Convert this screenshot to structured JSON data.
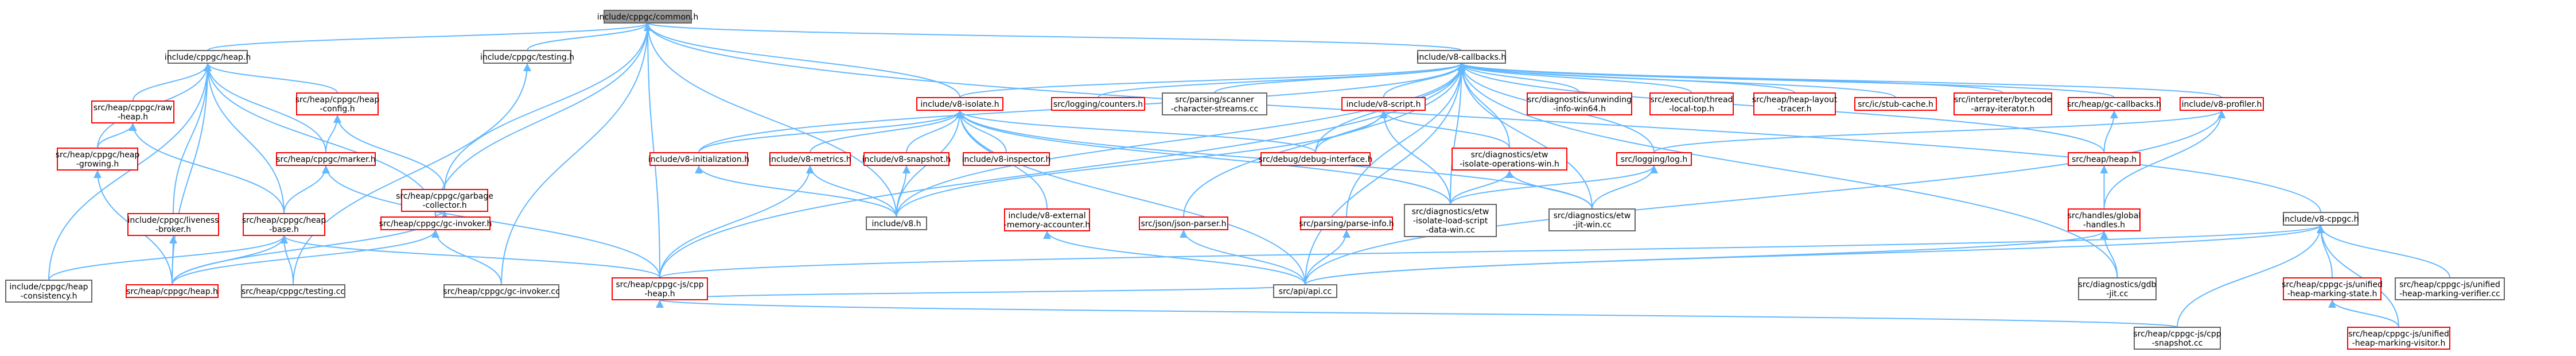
{
  "colors": {
    "edge": "#63b8ff",
    "root_fill": "#999999",
    "root_stroke": "#666666",
    "internal_stroke": "#666666",
    "external_stroke": "#ff0000",
    "node_fill": "#ffffff"
  },
  "nodes": [
    {
      "id": "common",
      "lines": [
        "include/cppgc/common.h"
      ],
      "kind": "root"
    },
    {
      "id": "cppgc_heap",
      "lines": [
        "include/cppgc/heap.h"
      ],
      "kind": "internal"
    },
    {
      "id": "cppgc_testing",
      "lines": [
        "include/cppgc/testing.h"
      ],
      "kind": "internal"
    },
    {
      "id": "v8_callbacks",
      "lines": [
        "include/v8-callbacks.h"
      ],
      "kind": "internal"
    },
    {
      "id": "raw_heap",
      "lines": [
        "src/heap/cppgc/raw",
        "-heap.h"
      ],
      "kind": "external"
    },
    {
      "id": "heap_config",
      "lines": [
        "src/heap/cppgc/heap",
        "-config.h"
      ],
      "kind": "external"
    },
    {
      "id": "heap_growing",
      "lines": [
        "src/heap/cppgc/heap",
        "-growing.h"
      ],
      "kind": "external"
    },
    {
      "id": "marker",
      "lines": [
        "src/heap/cppgc/marker.h"
      ],
      "kind": "external"
    },
    {
      "id": "garbage_collector",
      "lines": [
        "src/heap/cppgc/garbage",
        "-collector.h"
      ],
      "kind": "external"
    },
    {
      "id": "liveness_broker",
      "lines": [
        "include/cppgc/liveness",
        "-broker.h"
      ],
      "kind": "external"
    },
    {
      "id": "heap_base",
      "lines": [
        "src/heap/cppgc/heap",
        "-base.h"
      ],
      "kind": "external"
    },
    {
      "id": "gc_invoker_h",
      "lines": [
        "src/heap/cppgc/gc-invoker.h"
      ],
      "kind": "external"
    },
    {
      "id": "heap_consistency",
      "lines": [
        "include/cppgc/heap",
        "-consistency.h"
      ],
      "kind": "internal"
    },
    {
      "id": "src_cppgc_heap",
      "lines": [
        "src/heap/cppgc/heap.h"
      ],
      "kind": "external"
    },
    {
      "id": "cppgc_testing_cc",
      "lines": [
        "src/heap/cppgc/testing.cc"
      ],
      "kind": "internal"
    },
    {
      "id": "gc_invoker_cc",
      "lines": [
        "src/heap/cppgc/gc-invoker.cc"
      ],
      "kind": "internal"
    },
    {
      "id": "cpp_heap",
      "lines": [
        "src/heap/cppgc-js/cpp",
        "-heap.h"
      ],
      "kind": "external"
    },
    {
      "id": "v8_isolate",
      "lines": [
        "include/v8-isolate.h"
      ],
      "kind": "external"
    },
    {
      "id": "counters",
      "lines": [
        "src/logging/counters.h"
      ],
      "kind": "external"
    },
    {
      "id": "scanner_streams",
      "lines": [
        "src/parsing/scanner",
        "-character-streams.cc"
      ],
      "kind": "internal"
    },
    {
      "id": "v8_script",
      "lines": [
        "include/v8-script.h"
      ],
      "kind": "external"
    },
    {
      "id": "unwinding_info",
      "lines": [
        "src/diagnostics/unwinding",
        "-info-win64.h"
      ],
      "kind": "external"
    },
    {
      "id": "thread_local_top",
      "lines": [
        "src/execution/thread",
        "-local-top.h"
      ],
      "kind": "external"
    },
    {
      "id": "heap_layout_tracer",
      "lines": [
        "src/heap/heap-layout",
        "-tracer.h"
      ],
      "kind": "external"
    },
    {
      "id": "stub_cache",
      "lines": [
        "src/ic/stub-cache.h"
      ],
      "kind": "external"
    },
    {
      "id": "bytecode_iterator",
      "lines": [
        "src/interpreter/bytecode",
        "-array-iterator.h"
      ],
      "kind": "external"
    },
    {
      "id": "gc_callbacks",
      "lines": [
        "src/heap/gc-callbacks.h"
      ],
      "kind": "external"
    },
    {
      "id": "v8_profiler",
      "lines": [
        "include/v8-profiler.h"
      ],
      "kind": "external"
    },
    {
      "id": "v8_initialization",
      "lines": [
        "include/v8-initialization.h"
      ],
      "kind": "external"
    },
    {
      "id": "v8_metrics",
      "lines": [
        "include/v8-metrics.h"
      ],
      "kind": "external"
    },
    {
      "id": "v8_snapshot",
      "lines": [
        "include/v8-snapshot.h"
      ],
      "kind": "external"
    },
    {
      "id": "v8_inspector",
      "lines": [
        "include/v8-inspector.h"
      ],
      "kind": "external"
    },
    {
      "id": "debug_interface",
      "lines": [
        "src/debug/debug-interface.h"
      ],
      "kind": "external"
    },
    {
      "id": "etw_isolate_ops",
      "lines": [
        "src/diagnostics/etw",
        "-isolate-operations-win.h"
      ],
      "kind": "external"
    },
    {
      "id": "logging_log",
      "lines": [
        "src/logging/log.h"
      ],
      "kind": "external"
    },
    {
      "id": "heap_heap",
      "lines": [
        "src/heap/heap.h"
      ],
      "kind": "external"
    },
    {
      "id": "v8_h",
      "lines": [
        "include/v8.h"
      ],
      "kind": "internal"
    },
    {
      "id": "v8_external_memory",
      "lines": [
        "include/v8-external",
        "-memory-accounter.h"
      ],
      "kind": "external"
    },
    {
      "id": "json_parser",
      "lines": [
        "src/json/json-parser.h"
      ],
      "kind": "external"
    },
    {
      "id": "parse_info",
      "lines": [
        "src/parsing/parse-info.h"
      ],
      "kind": "external"
    },
    {
      "id": "etw_isolate_load",
      "lines": [
        "src/diagnostics/etw",
        "-isolate-load-script",
        "-data-win.cc"
      ],
      "kind": "internal"
    },
    {
      "id": "etw_jit_win",
      "lines": [
        "src/diagnostics/etw",
        "-jit-win.cc"
      ],
      "kind": "internal"
    },
    {
      "id": "handles_global",
      "lines": [
        "src/handles/global",
        "-handles.h"
      ],
      "kind": "external"
    },
    {
      "id": "v8_cppgc",
      "lines": [
        "include/v8-cppgc.h"
      ],
      "kind": "internal"
    },
    {
      "id": "api_cc",
      "lines": [
        "src/api/api.cc"
      ],
      "kind": "internal"
    },
    {
      "id": "gdb_jit",
      "lines": [
        "src/diagnostics/gdb",
        "-jit.cc"
      ],
      "kind": "internal"
    },
    {
      "id": "unified_state",
      "lines": [
        "src/heap/cppgc-js/unified",
        "-heap-marking-state.h"
      ],
      "kind": "external"
    },
    {
      "id": "unified_verifier",
      "lines": [
        "src/heap/cppgc-js/unified",
        "-heap-marking-verifier.cc"
      ],
      "kind": "internal"
    },
    {
      "id": "cpp_snapshot",
      "lines": [
        "src/heap/cppgc-js/cpp",
        "-snapshot.cc"
      ],
      "kind": "internal"
    },
    {
      "id": "unified_visitor",
      "lines": [
        "src/heap/cppgc-js/unified",
        "-heap-marking-visitor.h"
      ],
      "kind": "external"
    }
  ],
  "edges": [
    [
      "common",
      "cppgc_heap"
    ],
    [
      "common",
      "cppgc_testing"
    ],
    [
      "common",
      "v8_callbacks"
    ],
    [
      "common",
      "garbage_collector"
    ],
    [
      "common",
      "gc_invoker_h"
    ],
    [
      "common",
      "cpp_heap"
    ],
    [
      "common",
      "v8_cppgc"
    ],
    [
      "common",
      "v8_isolate"
    ],
    [
      "common",
      "gc_invoker_cc"
    ],
    [
      "common",
      "v8_h"
    ],
    [
      "cppgc_heap",
      "raw_heap"
    ],
    [
      "cppgc_heap",
      "heap_config"
    ],
    [
      "cppgc_heap",
      "heap_growing"
    ],
    [
      "cppgc_heap",
      "marker"
    ],
    [
      "cppgc_heap",
      "liveness_broker"
    ],
    [
      "cppgc_heap",
      "heap_base"
    ],
    [
      "cppgc_heap",
      "heap_consistency"
    ],
    [
      "cppgc_heap",
      "src_cppgc_heap"
    ],
    [
      "cppgc_heap",
      "gc_invoker_h"
    ],
    [
      "cppgc_testing",
      "cppgc_testing_cc"
    ],
    [
      "raw_heap",
      "heap_growing"
    ],
    [
      "raw_heap",
      "heap_base"
    ],
    [
      "heap_config",
      "marker"
    ],
    [
      "heap_config",
      "garbage_collector"
    ],
    [
      "heap_growing",
      "src_cppgc_heap"
    ],
    [
      "marker",
      "heap_base"
    ],
    [
      "marker",
      "cpp_heap"
    ],
    [
      "garbage_collector",
      "gc_invoker_h"
    ],
    [
      "garbage_collector",
      "src_cppgc_heap"
    ],
    [
      "liveness_broker",
      "src_cppgc_heap"
    ],
    [
      "heap_base",
      "src_cppgc_heap"
    ],
    [
      "heap_base",
      "heap_consistency"
    ],
    [
      "heap_base",
      "cppgc_testing_cc"
    ],
    [
      "heap_base",
      "cpp_heap"
    ],
    [
      "gc_invoker_h",
      "gc_invoker_cc"
    ],
    [
      "gc_invoker_h",
      "src_cppgc_heap"
    ],
    [
      "cpp_heap",
      "api_cc"
    ],
    [
      "cpp_heap",
      "cpp_snapshot"
    ],
    [
      "v8_callbacks",
      "v8_isolate"
    ],
    [
      "v8_callbacks",
      "counters"
    ],
    [
      "v8_callbacks",
      "scanner_streams"
    ],
    [
      "v8_callbacks",
      "v8_script"
    ],
    [
      "v8_callbacks",
      "unwinding_info"
    ],
    [
      "v8_callbacks",
      "thread_local_top"
    ],
    [
      "v8_callbacks",
      "heap_layout_tracer"
    ],
    [
      "v8_callbacks",
      "stub_cache"
    ],
    [
      "v8_callbacks",
      "bytecode_iterator"
    ],
    [
      "v8_callbacks",
      "gc_callbacks"
    ],
    [
      "v8_callbacks",
      "v8_profiler"
    ],
    [
      "v8_callbacks",
      "v8_initialization"
    ],
    [
      "v8_callbacks",
      "debug_interface"
    ],
    [
      "v8_callbacks",
      "etw_isolate_ops"
    ],
    [
      "v8_callbacks",
      "logging_log"
    ],
    [
      "v8_callbacks",
      "heap_heap"
    ],
    [
      "v8_callbacks",
      "json_parser"
    ],
    [
      "v8_callbacks",
      "parse_info"
    ],
    [
      "v8_callbacks",
      "etw_isolate_load"
    ],
    [
      "v8_callbacks",
      "etw_jit_win"
    ],
    [
      "v8_callbacks",
      "cpp_heap"
    ],
    [
      "v8_callbacks",
      "api_cc"
    ],
    [
      "v8_callbacks",
      "gdb_jit"
    ],
    [
      "v8_callbacks",
      "v8_h"
    ],
    [
      "v8_isolate",
      "v8_initialization"
    ],
    [
      "v8_isolate",
      "v8_metrics"
    ],
    [
      "v8_isolate",
      "v8_snapshot"
    ],
    [
      "v8_isolate",
      "v8_inspector"
    ],
    [
      "v8_isolate",
      "debug_interface"
    ],
    [
      "v8_isolate",
      "v8_external_memory"
    ],
    [
      "v8_isolate",
      "v8_h"
    ],
    [
      "v8_isolate",
      "etw_isolate_load"
    ],
    [
      "v8_isolate",
      "etw_jit_win"
    ],
    [
      "v8_isolate",
      "api_cc"
    ],
    [
      "v8_script",
      "debug_interface"
    ],
    [
      "v8_script",
      "etw_isolate_ops"
    ],
    [
      "v8_script",
      "etw_isolate_load"
    ],
    [
      "v8_script",
      "v8_h"
    ],
    [
      "v8_initialization",
      "v8_h"
    ],
    [
      "v8_metrics",
      "v8_h"
    ],
    [
      "v8_metrics",
      "cpp_heap"
    ],
    [
      "v8_snapshot",
      "v8_h"
    ],
    [
      "etw_isolate_ops",
      "etw_isolate_load"
    ],
    [
      "etw_isolate_ops",
      "etw_jit_win"
    ],
    [
      "logging_log",
      "etw_isolate_load"
    ],
    [
      "logging_log",
      "etw_jit_win"
    ],
    [
      "gc_callbacks",
      "heap_heap"
    ],
    [
      "v8_profiler",
      "handles_global"
    ],
    [
      "v8_profiler",
      "api_cc"
    ],
    [
      "v8_profiler",
      "logging_log"
    ],
    [
      "heap_heap",
      "handles_global"
    ],
    [
      "handles_global",
      "api_cc"
    ],
    [
      "handles_global",
      "gdb_jit"
    ],
    [
      "v8_external_memory",
      "api_cc"
    ],
    [
      "json_parser",
      "api_cc"
    ],
    [
      "parse_info",
      "api_cc"
    ],
    [
      "v8_cppgc",
      "api_cc"
    ],
    [
      "v8_cppgc",
      "cpp_heap"
    ],
    [
      "v8_cppgc",
      "unified_state"
    ],
    [
      "v8_cppgc",
      "unified_verifier"
    ],
    [
      "v8_cppgc",
      "cpp_snapshot"
    ],
    [
      "v8_cppgc",
      "unified_visitor"
    ],
    [
      "unified_state",
      "unified_visitor"
    ]
  ]
}
